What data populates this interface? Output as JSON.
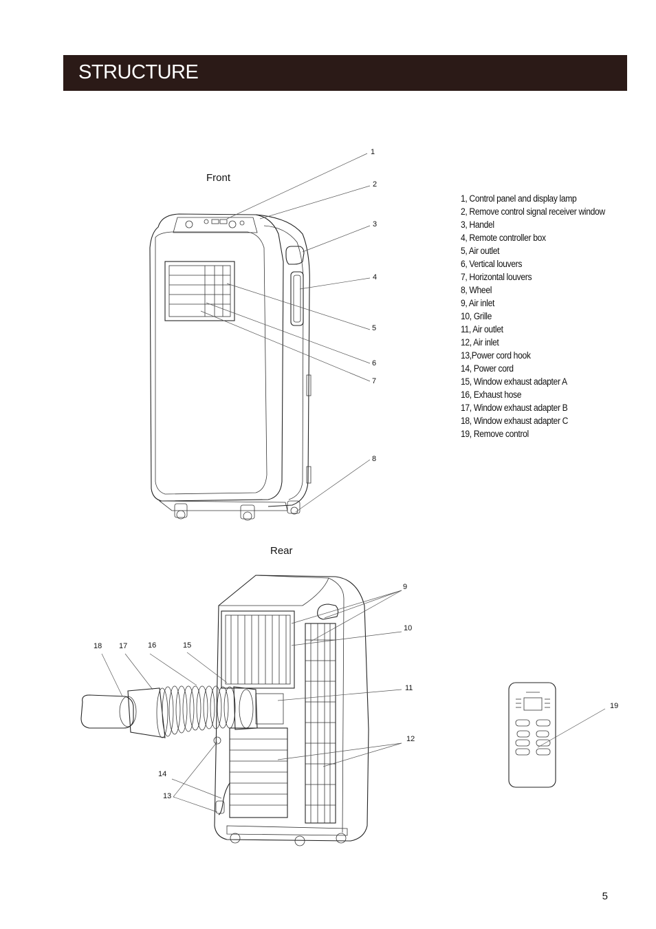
{
  "header": {
    "title": "STRUCTURE"
  },
  "front_label": "Front",
  "rear_label": "Rear",
  "callouts": {
    "c1": "1",
    "c2": "2",
    "c3": "3",
    "c4": "4",
    "c5": "5",
    "c6": "6",
    "c7": "7",
    "c8": "8",
    "c9": "9",
    "c10": "10",
    "c11": "11",
    "c12": "12",
    "c13": "13",
    "c14": "14",
    "c15": "15",
    "c16": "16",
    "c17": "17",
    "c18": "18",
    "c19": "19"
  },
  "legend": [
    "1, Control panel and display lamp",
    "2, Remove control signal receiver window",
    "3, Handel",
    "4, Remote controller box",
    "5,  Air outlet",
    "6, Vertical louvers",
    "7, Horizontal louvers",
    "8, Wheel",
    "9, Air inlet",
    "10, Grille",
    "11, Air outlet",
    "12, Air inlet",
    "13,Power  cord   hook",
    "14, Power cord",
    "15, Window exhaust adapter A",
    "16, Exhaust hose",
    "17, Window exhaust adapter  B",
    "18, Window exhaust adapter   C",
    "19, Remove control"
  ],
  "page_number": "5"
}
